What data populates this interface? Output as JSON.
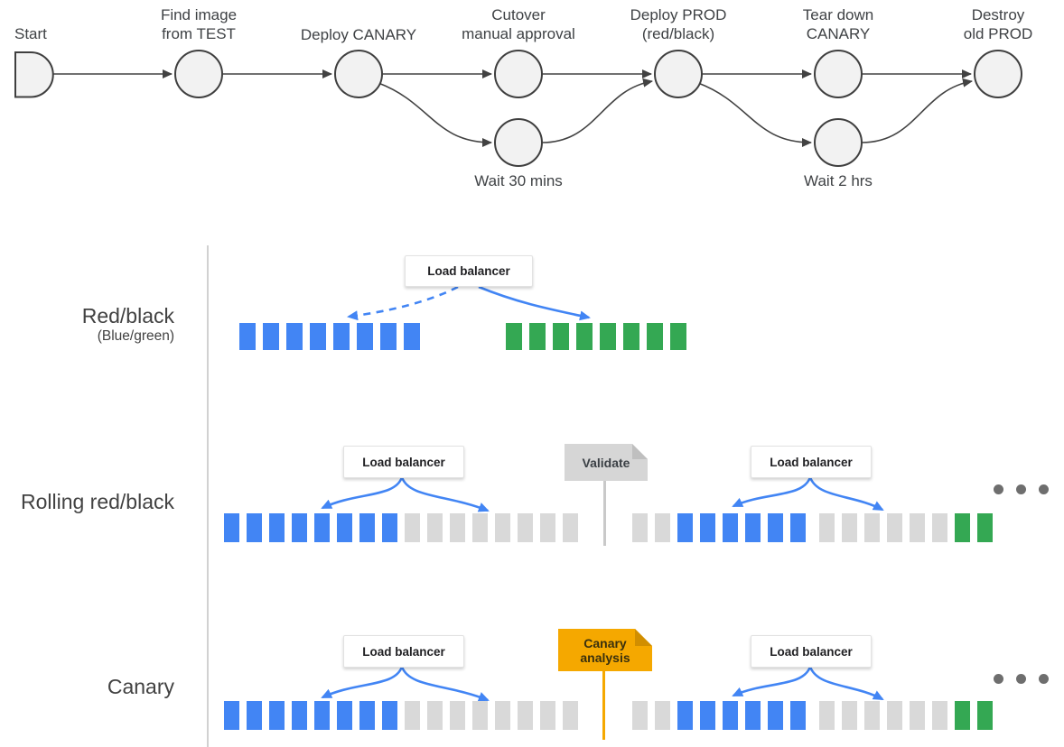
{
  "colors": {
    "blue": "#4285F4",
    "green": "#34A853",
    "gray": "#D9D9D9",
    "amber": "#F5A800",
    "flag_gray": "#D6D6D6",
    "edge_dark": "#424242",
    "arrow_blue": "#4285F4",
    "dot_gray": "#6E6E6E"
  },
  "pipeline": {
    "nodes": [
      {
        "id": "start",
        "label": "Start"
      },
      {
        "id": "find-image",
        "label": "Find image\nfrom TEST"
      },
      {
        "id": "deploy-canary",
        "label": "Deploy CANARY"
      },
      {
        "id": "cutover",
        "label": "Cutover\nmanual approval"
      },
      {
        "id": "wait-30-mins",
        "label": "Wait 30 mins"
      },
      {
        "id": "deploy-prod",
        "label": "Deploy PROD\n(red/black)"
      },
      {
        "id": "tear-down-canary",
        "label": "Tear down\nCANARY"
      },
      {
        "id": "wait-2-hrs",
        "label": "Wait 2 hrs"
      },
      {
        "id": "destroy-old-prod",
        "label": "Destroy\nold PROD"
      }
    ]
  },
  "strategies": {
    "load_balancer_label": "Load balancer",
    "validate_label": "Validate",
    "canary_analysis_label": "Canary\nanalysis",
    "ellipsis_count": 3,
    "rows": [
      {
        "name": "Red/black",
        "subname": "(Blue/green)",
        "clusters": [
          [
            "blue",
            "blue",
            "blue",
            "blue",
            "blue",
            "blue",
            "blue",
            "blue"
          ],
          [
            "green",
            "green",
            "green",
            "green",
            "green",
            "green",
            "green",
            "green"
          ]
        ]
      },
      {
        "name": "Rolling red/black",
        "clusters": [
          [
            "blue",
            "blue",
            "blue",
            "blue",
            "blue",
            "blue",
            "blue",
            "blue",
            "gray",
            "gray",
            "gray",
            "gray",
            "gray",
            "gray",
            "gray",
            "gray"
          ],
          [
            "gray",
            "gray",
            "blue",
            "blue",
            "blue",
            "blue",
            "blue",
            "blue"
          ],
          [
            "gray",
            "gray",
            "gray",
            "gray",
            "gray",
            "gray",
            "green",
            "green"
          ]
        ]
      },
      {
        "name": "Canary",
        "clusters": [
          [
            "blue",
            "blue",
            "blue",
            "blue",
            "blue",
            "blue",
            "blue",
            "blue",
            "gray",
            "gray",
            "gray",
            "gray",
            "gray",
            "gray",
            "gray",
            "gray"
          ],
          [
            "gray",
            "gray",
            "blue",
            "blue",
            "blue",
            "blue",
            "blue",
            "blue"
          ],
          [
            "gray",
            "gray",
            "gray",
            "gray",
            "gray",
            "gray",
            "green",
            "green"
          ]
        ]
      }
    ]
  }
}
